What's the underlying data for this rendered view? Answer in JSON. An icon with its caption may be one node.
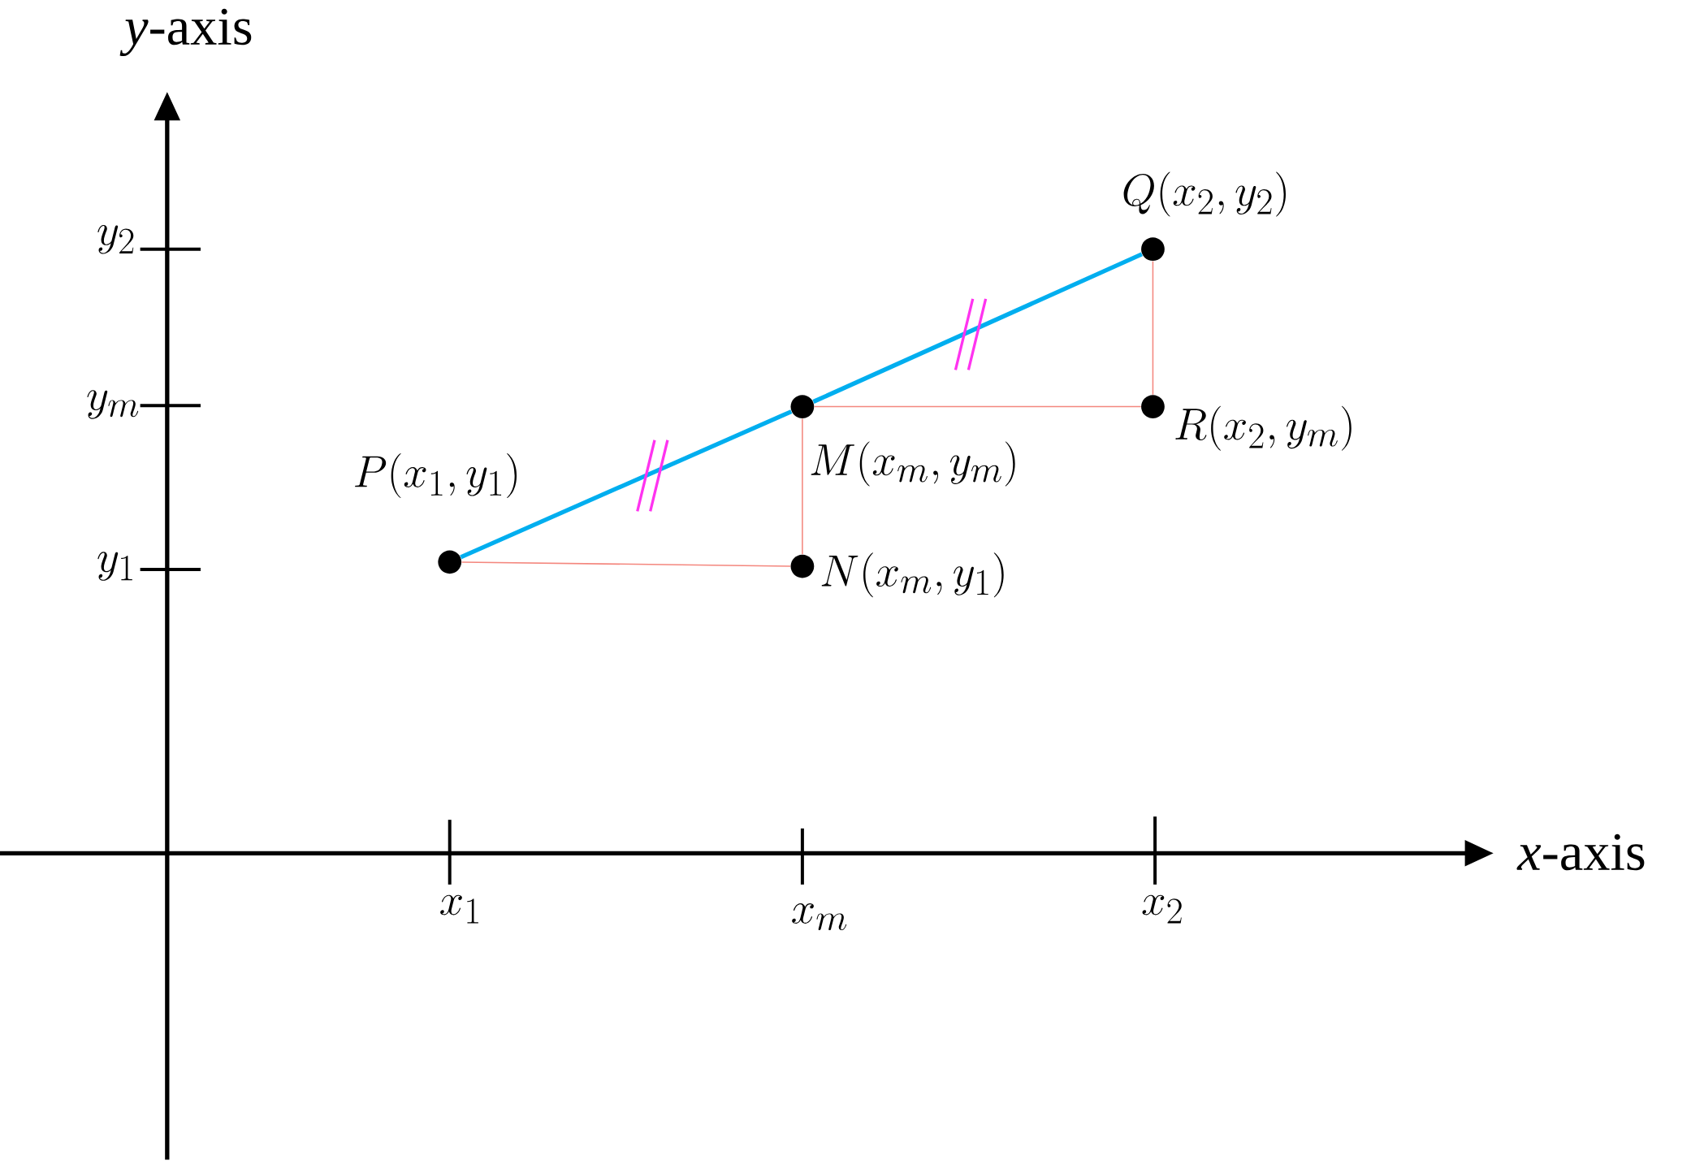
{
  "diagram": {
    "nodes": [
      {
        "text": [],
        "shape": "circle",
        "beside": [
          "Q(x_2, y_2)"
        ]
      },
      {
        "text": [],
        "shape": "circle",
        "beside": [
          "M(x_m, y_m)"
        ]
      },
      {
        "text": [],
        "shape": "circle",
        "beside": [
          "R(x_2, y_m)"
        ]
      },
      {
        "text": [],
        "shape": "circle",
        "beside": [
          "P(x_1, y_1)"
        ]
      },
      {
        "text": [],
        "shape": "circle",
        "beside": [
          "N(x_m, y_1)"
        ]
      }
    ],
    "edges": [
      {
        "from": 3,
        "to": 1,
        "arrow": "none",
        "style": "thick",
        "color": "#00aeef"
      },
      {
        "from": 1,
        "to": 0,
        "arrow": "none",
        "style": "thick",
        "color": "#00aeef"
      },
      {
        "from": 3,
        "to": 4,
        "arrow": "none"
      },
      {
        "from": 4,
        "to": 1,
        "arrow": "none"
      },
      {
        "from": 1,
        "to": 2,
        "arrow": "none"
      },
      {
        "from": 2,
        "to": 0,
        "arrow": "none"
      }
    ],
    "labels": [
      "*y*-axis",
      "y_2",
      "y_m",
      "y_1",
      "*x*-axis",
      "x_1",
      "x_m",
      "x_2"
    ]
  }
}
